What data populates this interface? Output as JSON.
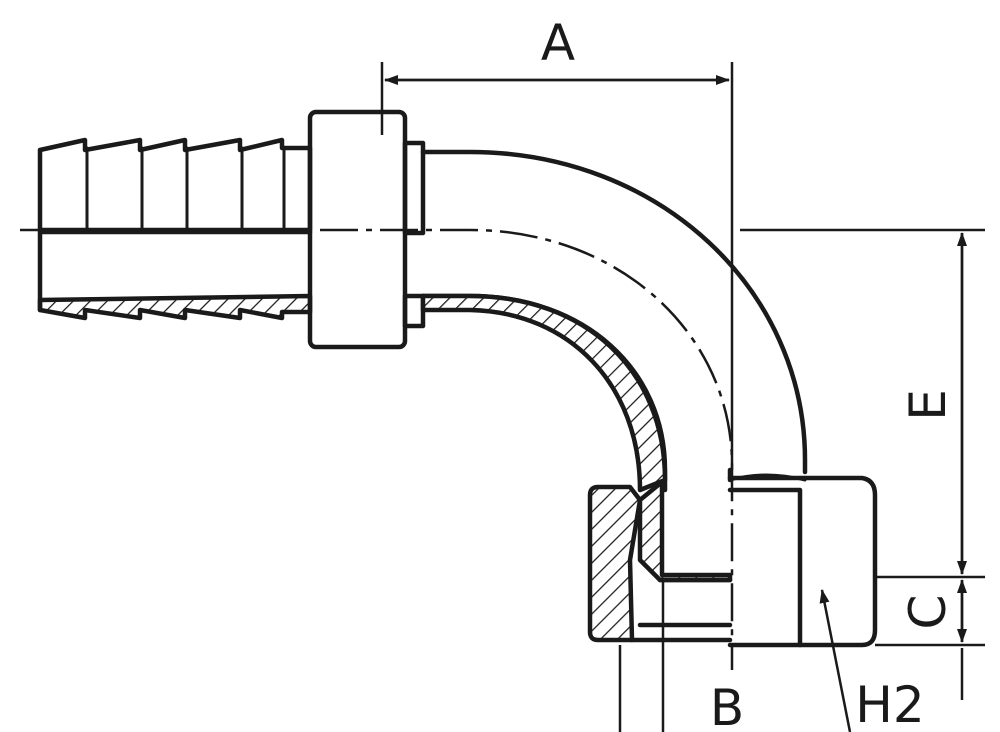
{
  "labels": {
    "a": "A",
    "b": "B",
    "c": "C",
    "e": "E",
    "h2": "H2"
  }
}
